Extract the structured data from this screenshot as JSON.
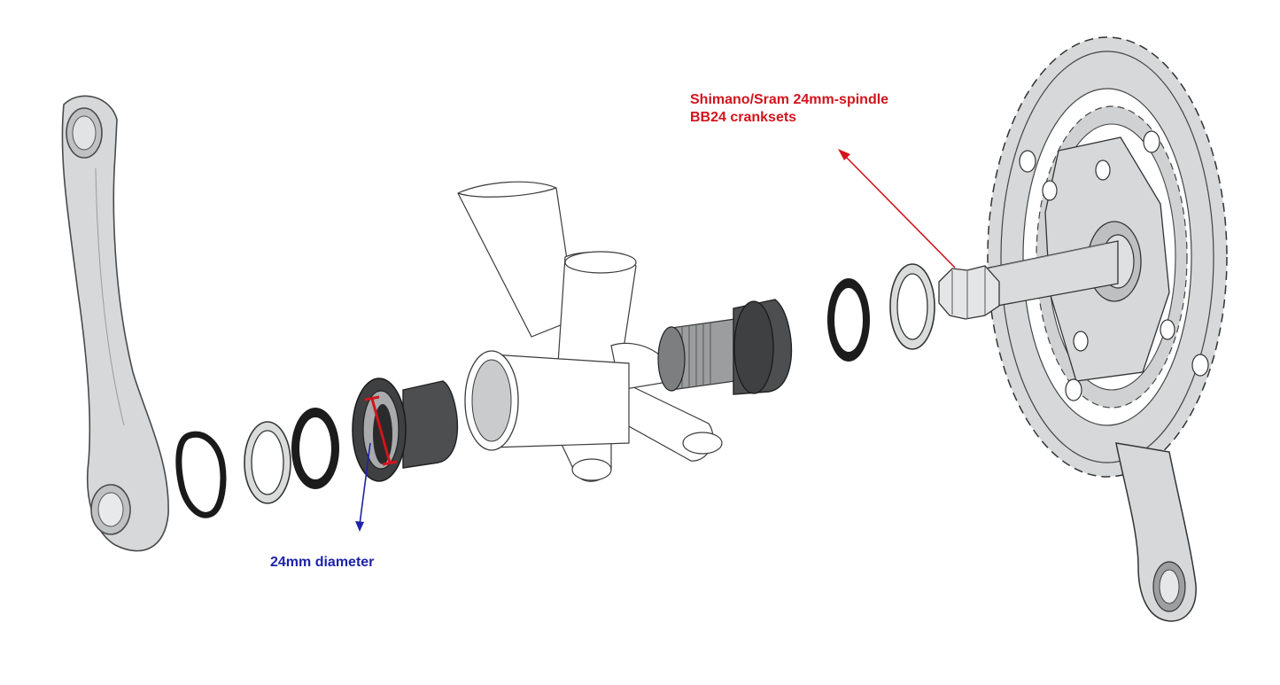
{
  "callouts": {
    "crankset_line1": "Shimano/Sram 24mm-spindle",
    "crankset_line2": "BB24 cranksets",
    "diameter": "24mm diameter"
  },
  "colors": {
    "red_callout": "#d2141c",
    "blue_callout": "#1e23a8",
    "part_light": "#d6d8d9",
    "part_dark": "#4d4e50"
  }
}
